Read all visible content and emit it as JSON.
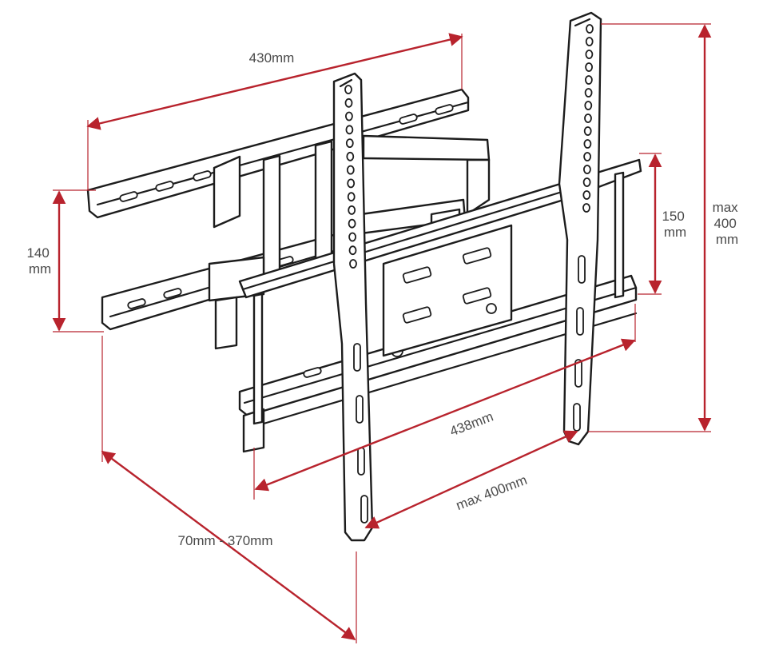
{
  "colors": {
    "dimension": "#b8232d",
    "outline": "#1c1c1c",
    "label": "#4a4a4a"
  },
  "dimensions": {
    "wall_plate_width": "430mm",
    "wall_plate_height": [
      "140",
      "mm"
    ],
    "arm_extension": "70mm - 370mm",
    "tv_bracket_width": "438mm",
    "vesa_horizontal": "max 400mm",
    "vesa_vertical": [
      "max",
      "400",
      "mm"
    ],
    "rail_spacing": [
      "150",
      "mm"
    ]
  }
}
